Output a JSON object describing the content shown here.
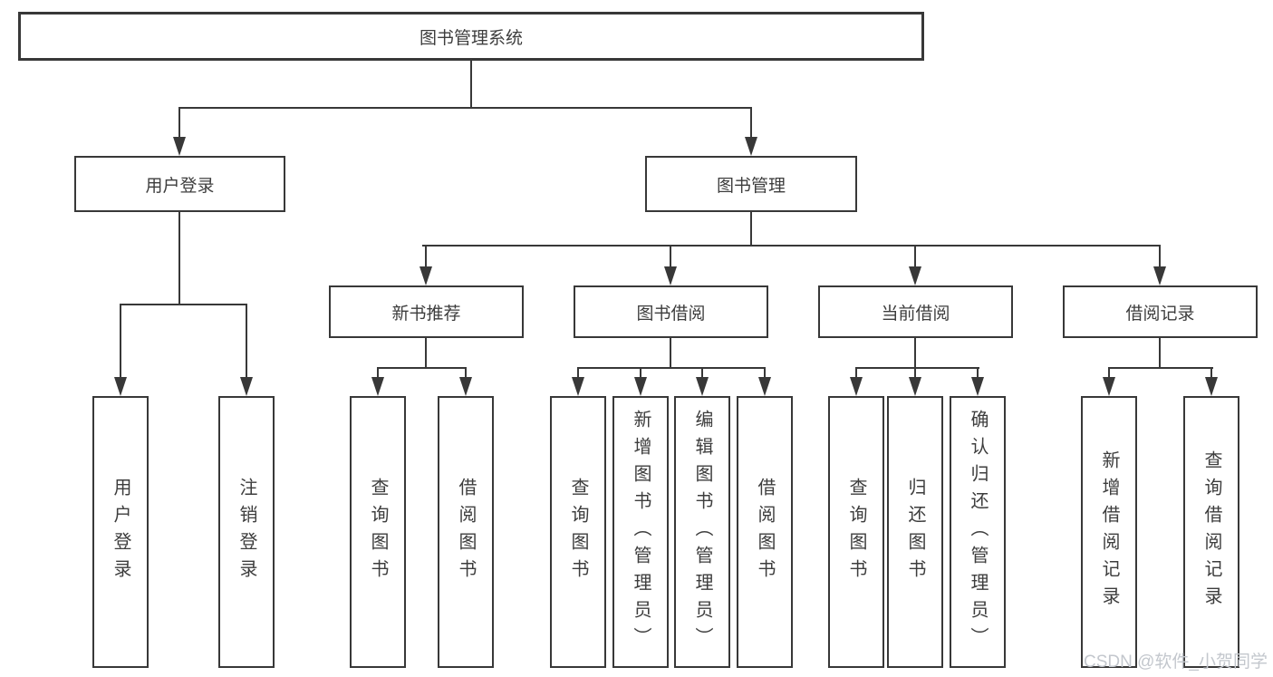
{
  "diagram": {
    "root": {
      "label": "图书管理系统"
    },
    "branches": [
      {
        "label": "用户登录",
        "children": [
          {
            "label": "用户登录"
          },
          {
            "label": "注销登录"
          }
        ]
      },
      {
        "label": "图书管理",
        "children": [
          {
            "label": "新书推荐",
            "children": [
              {
                "label": "查询图书"
              },
              {
                "label": "借阅图书"
              }
            ]
          },
          {
            "label": "图书借阅",
            "children": [
              {
                "label": "查询图书"
              },
              {
                "label": "新增图书（管理员）"
              },
              {
                "label": "编辑图书（管理员）"
              },
              {
                "label": "借阅图书"
              }
            ]
          },
          {
            "label": "当前借阅",
            "children": [
              {
                "label": "查询图书"
              },
              {
                "label": "归还图书"
              },
              {
                "label": "确认归还（管理员）"
              }
            ]
          },
          {
            "label": "借阅记录",
            "children": [
              {
                "label": "新增借阅记录"
              },
              {
                "label": "查询借阅记录"
              }
            ]
          }
        ]
      }
    ]
  },
  "watermark": {
    "text": "CSDN @软件_小贺同学"
  },
  "colors": {
    "line": "#383838",
    "text": "#3d3d3d",
    "watermark": "#c3c7cd",
    "background": "#ffffff"
  }
}
